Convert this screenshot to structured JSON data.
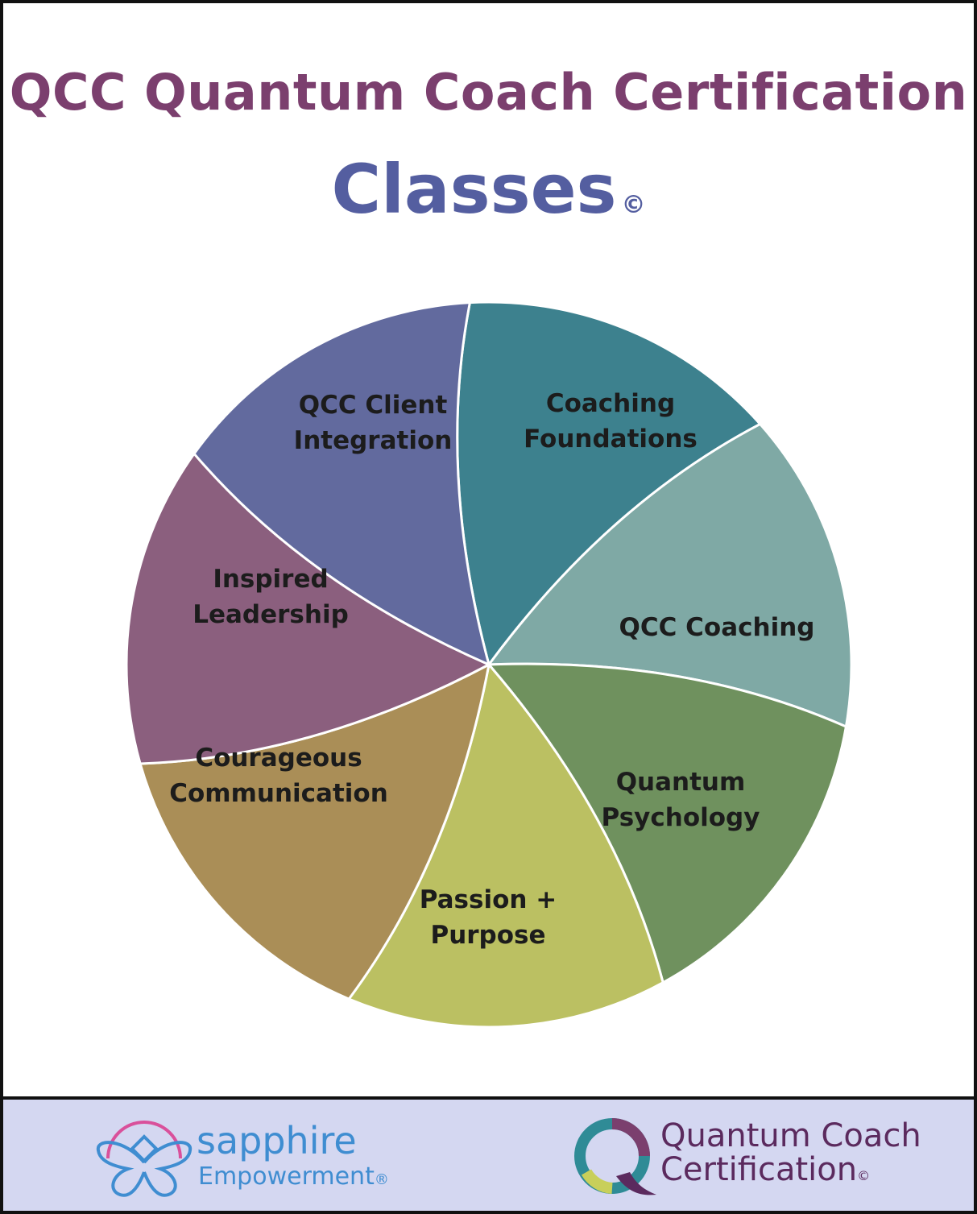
{
  "header": {
    "title": "QCC Quantum Coach Certification",
    "subtitle": "Classes",
    "copyright": "©"
  },
  "wheel": {
    "segments": [
      {
        "label_lines": [
          "Coaching",
          "Foundations"
        ],
        "color": "#3d818e"
      },
      {
        "label_lines": [
          "QCC Coaching"
        ],
        "color": "#7fa9a5"
      },
      {
        "label_lines": [
          "Quantum",
          "Psychology"
        ],
        "color": "#6f915e"
      },
      {
        "label_lines": [
          "Passion +",
          "Purpose"
        ],
        "color": "#bbc062"
      },
      {
        "label_lines": [
          "Courageous",
          "Communication"
        ],
        "color": "#aa8e57"
      },
      {
        "label_lines": [
          "Inspired",
          "Leadership"
        ],
        "color": "#8b5f7e"
      },
      {
        "label_lines": [
          "QCC Client",
          "Integration"
        ],
        "color": "#626a9e"
      }
    ]
  },
  "footer": {
    "sapphire_name": "sapphire",
    "sapphire_sub": "Empowerment",
    "sapphire_reg": "®",
    "qcc_line1": "Quantum Coach",
    "qcc_line2": "Certification",
    "qcc_copy": "©"
  }
}
